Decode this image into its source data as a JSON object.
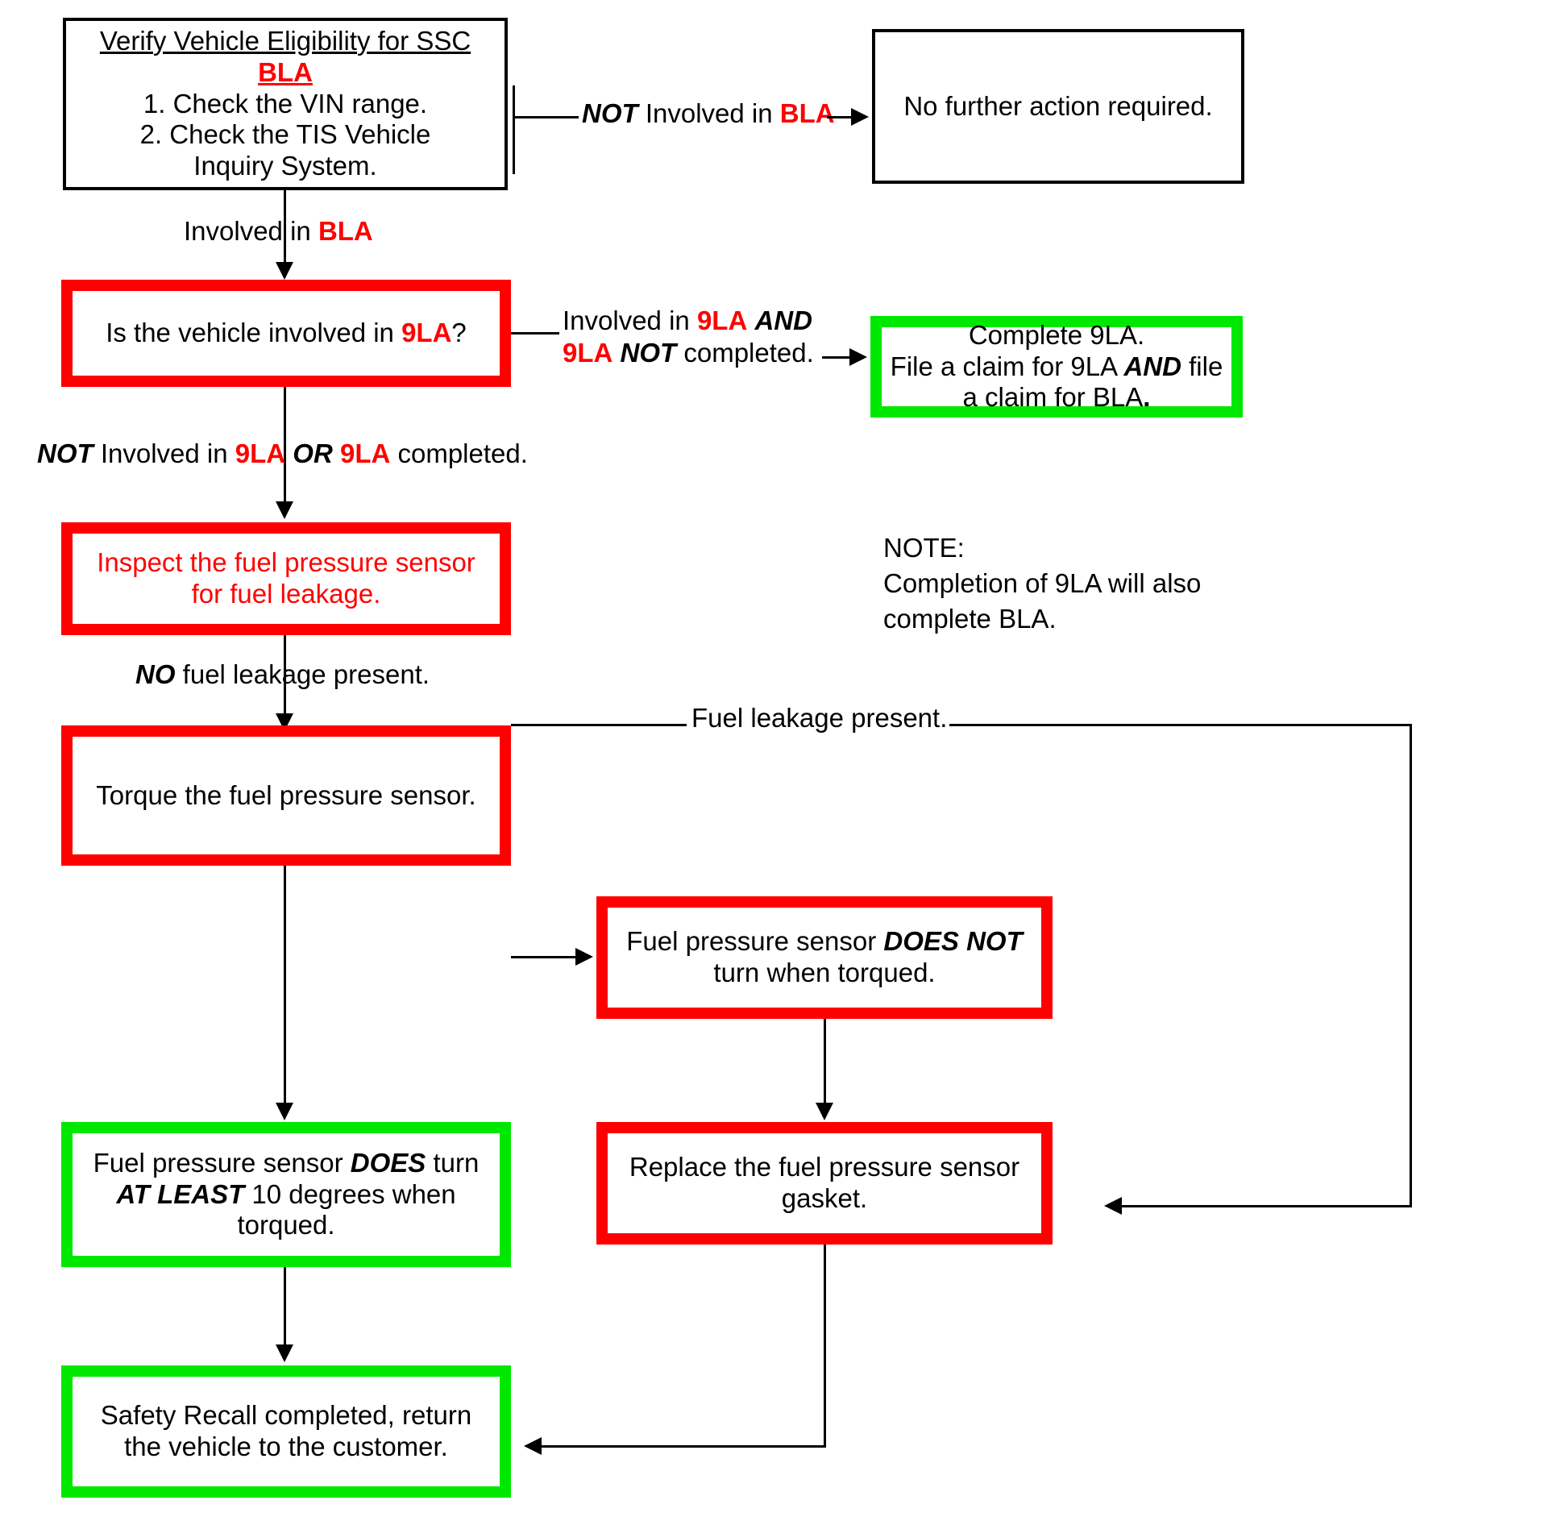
{
  "diagram": {
    "title": "SSC BLA Fuel Pressure Sensor Repair Flowchart",
    "colors": {
      "red": "#ff0000",
      "green": "#00e800",
      "black": "#000000",
      "background": "#ffffff"
    }
  },
  "nodes": {
    "verify": {
      "heading": "Verify Vehicle Eligibility for SSC",
      "code": "BLA",
      "item1": "1. Check the VIN range.",
      "item2a": "2. Check the TIS Vehicle",
      "item2b": "Inquiry System."
    },
    "no_action": {
      "text": "No further action required."
    },
    "is_9la": {
      "pre": "Is the vehicle involved in ",
      "code": "9LA",
      "post": "?"
    },
    "complete_9la": {
      "line1": "Complete 9LA.",
      "line2a": "File a claim for 9LA ",
      "line2b": "AND",
      "line2c": " file",
      "line3a": "a claim for BLA",
      "line3b": "."
    },
    "inspect": {
      "line1": "Inspect the fuel pressure sensor",
      "line2": "for fuel leakage."
    },
    "torque": {
      "text": "Torque the fuel pressure sensor."
    },
    "does_not_turn": {
      "line1a": "Fuel pressure sensor ",
      "line1b": "DOES NOT",
      "line2": "turn when torqued."
    },
    "does_turn": {
      "line1a": "Fuel pressure sensor ",
      "line1b": "DOES",
      "line1c": " turn",
      "line2a": "AT LEAST",
      "line2b": " 10 degrees when",
      "line3": "torqued."
    },
    "replace_gasket": {
      "line1": "Replace the fuel pressure sensor",
      "line2": "gasket."
    },
    "completed": {
      "line1": "Safety Recall completed, return",
      "line2": "the vehicle to the customer."
    }
  },
  "note": {
    "line1": "NOTE:",
    "line2": "Completion of 9LA will also",
    "line3": "complete BLA."
  },
  "edge_labels": {
    "not_involved_bla": {
      "bold": "NOT",
      "mid": " Involved in ",
      "code": "BLA"
    },
    "involved_bla": {
      "pre": "Involved in ",
      "code": "BLA"
    },
    "involved_9la_and": {
      "line1a": "Involved in ",
      "line1b": "9LA",
      "line1c": " ",
      "line1d": "AND",
      "line2a": "9LA",
      "line2b": " ",
      "line2c": "NOT",
      "line2d": " completed."
    },
    "not_involved_9la": {
      "a": "NOT",
      "b": " Involved in ",
      "c": "9LA",
      "d": " ",
      "e": "OR",
      "f": " ",
      "g": "9LA",
      "h": " completed."
    },
    "fuel_leakage_present": {
      "text": "Fuel leakage present."
    },
    "no_fuel_leakage": {
      "a": "NO",
      "b": " fuel leakage present."
    }
  }
}
